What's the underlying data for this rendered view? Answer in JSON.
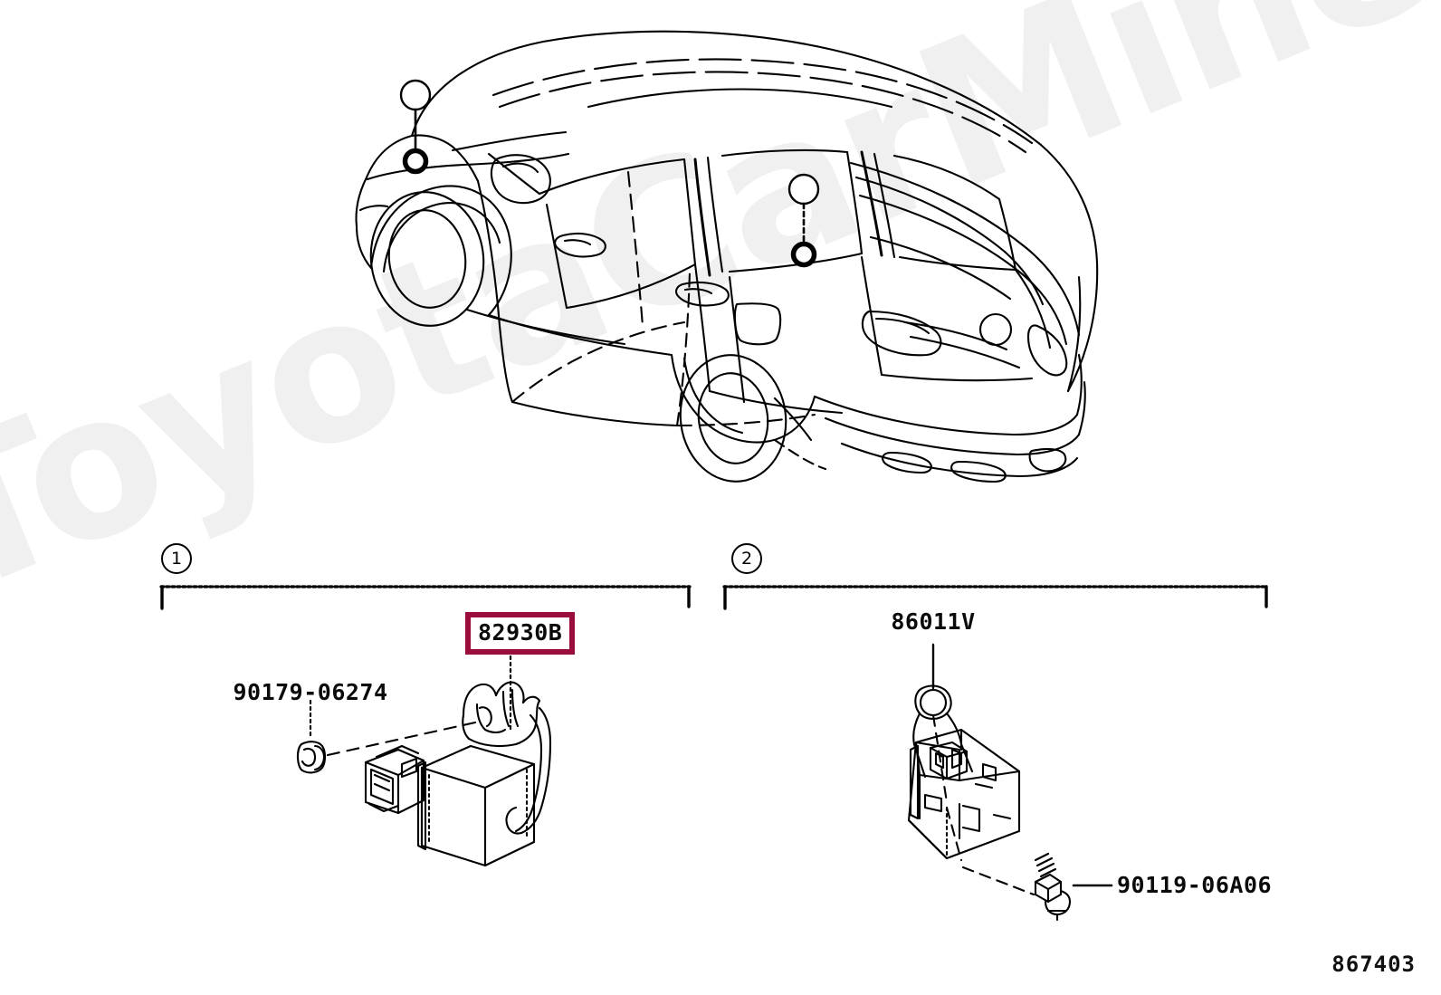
{
  "meta": {
    "watermark": "ToyotaCarMine.ru",
    "reference_number": "867403",
    "background_color": "#ffffff",
    "line_color": "#000000",
    "highlight_color": "#9b0e3c",
    "watermark_color": "#f0f0f0"
  },
  "vehicle_view": {
    "description": "three-quarter rear view line drawing of SUV body",
    "callouts": [
      {
        "id": "1",
        "label": "1",
        "target": "front fender / A-pillar base, left side"
      },
      {
        "id": "2",
        "label": "2",
        "target": "rear quarter panel, left side"
      }
    ]
  },
  "sections": [
    {
      "id": "1",
      "label": "1",
      "parts": [
        {
          "id": "clip",
          "number": "90179-06274",
          "highlighted": false
        },
        {
          "id": "sensor",
          "number": "82930B",
          "highlighted": true
        }
      ]
    },
    {
      "id": "2",
      "label": "2",
      "parts": [
        {
          "id": "antenna",
          "number": "86011V",
          "highlighted": false
        },
        {
          "id": "bolt",
          "number": "90119-06A06",
          "highlighted": false
        }
      ]
    }
  ]
}
